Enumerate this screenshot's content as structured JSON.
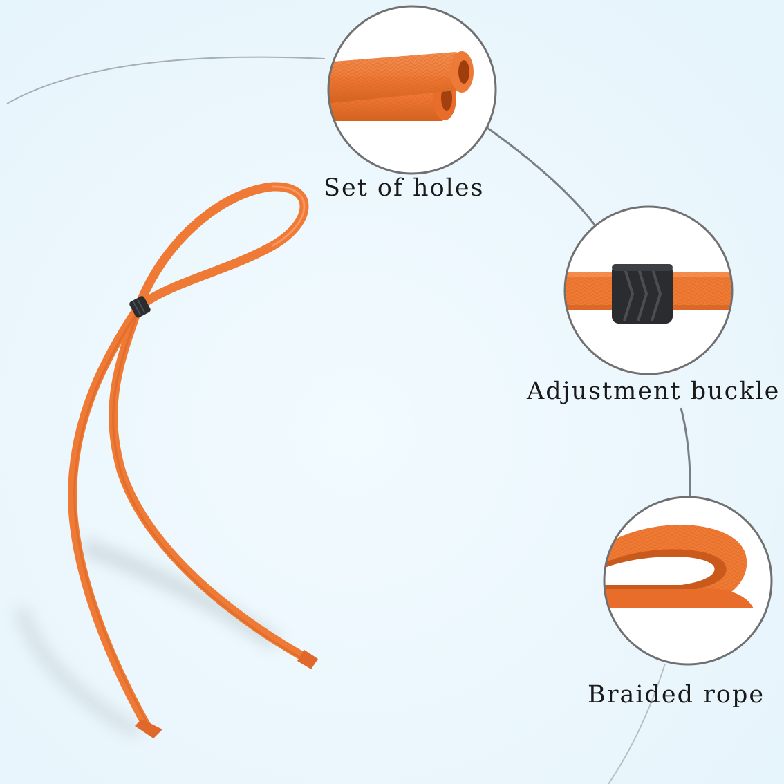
{
  "features": [
    {
      "label": "Set of holes",
      "icon": "cord-ends-closeup"
    },
    {
      "label": "Adjustment buckle",
      "icon": "slider-buckle-closeup"
    },
    {
      "label": "Braided rope",
      "icon": "braided-loop-closeup"
    }
  ],
  "colors": {
    "background": "#e9f6fc",
    "cord": "#ef7a35",
    "cord_shade": "#c95a1c",
    "buckle": "#2a2c2f",
    "ring": "#6f6f6f",
    "label_text": "#1a1a1a"
  }
}
